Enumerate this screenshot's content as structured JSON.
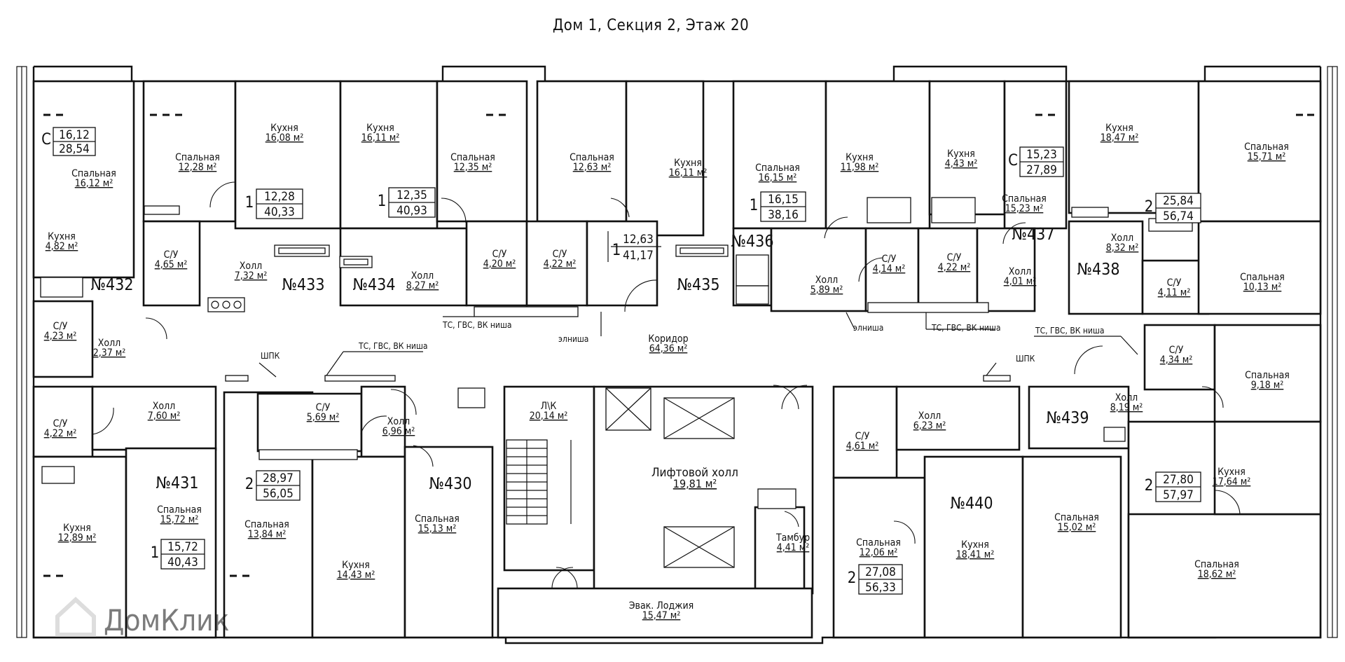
{
  "title": "Дом 1, Секция 2, Этаж 20",
  "watermark": "ДомКлик",
  "rooms": [
    {
      "name": "Спальная",
      "area": "16,12 м²"
    },
    {
      "name": "Кухня",
      "area": "4,82 м²"
    },
    {
      "name": "С/У",
      "area": "4,23 м²"
    },
    {
      "name": "Холл",
      "area": "2,37 м²"
    },
    {
      "name": "Спальная",
      "area": "12,28 м²"
    },
    {
      "name": "Кухня",
      "area": "16,08 м²"
    },
    {
      "name": "С/У",
      "area": "4,65 м²"
    },
    {
      "name": "Холл",
      "area": "7,32 м²"
    },
    {
      "name": "Кухня",
      "area": "16,11 м²"
    },
    {
      "name": "Холл",
      "area": "8,27 м²"
    },
    {
      "name": "Спальная",
      "area": "12,35 м²"
    },
    {
      "name": "С/У",
      "area": "4,20 м²"
    },
    {
      "name": "Спальная",
      "area": "12,63 м²"
    },
    {
      "name": "С/У",
      "area": "4,22 м²"
    },
    {
      "name": "Кухня",
      "area": "16,11 м²"
    },
    {
      "name": "Спальная",
      "area": "16,15 м²"
    },
    {
      "name": "Кухня",
      "area": "11,98 м²"
    },
    {
      "name": "С/У",
      "area": "4,14 м²"
    },
    {
      "name": "Холл",
      "area": "5,89 м²"
    },
    {
      "name": "Кухня",
      "area": "4,43 м²"
    },
    {
      "name": "Спальная",
      "area": "15,23 м²"
    },
    {
      "name": "С/У",
      "area": "4,22 м²"
    },
    {
      "name": "Холл",
      "area": "4,01 м²"
    },
    {
      "name": "Кухня",
      "area": "18,47 м²"
    },
    {
      "name": "Спальная",
      "area": "15,71 м²"
    },
    {
      "name": "Холл",
      "area": "8,32 м²"
    },
    {
      "name": "С/У",
      "area": "4,11 м²"
    },
    {
      "name": "Спальная",
      "area": "10,13 м²"
    },
    {
      "name": "Коридор",
      "area": "64,36 м²"
    },
    {
      "name": "Холл",
      "area": "7,60 м²"
    },
    {
      "name": "С/У",
      "area": "4,22 м²"
    },
    {
      "name": "Кухня",
      "area": "12,89 м²"
    },
    {
      "name": "Спальная",
      "area": "15,72 м²"
    },
    {
      "name": "С/У",
      "area": "5,69 м²"
    },
    {
      "name": "Холл",
      "area": "6,96 м²"
    },
    {
      "name": "Спальная",
      "area": "13,84 м²"
    },
    {
      "name": "Кухня",
      "area": "14,43 м²"
    },
    {
      "name": "Спальная",
      "area": "15,13 м²"
    },
    {
      "name": "Л\\К",
      "area": "20,14 м²"
    },
    {
      "name": "Лифтовой холл",
      "area": "19,81 м²"
    },
    {
      "name": "Тамбур",
      "area": "4,41 м²"
    },
    {
      "name": "Эвак. Лоджия",
      "area": "15,47 м²"
    },
    {
      "name": "С/У",
      "area": "4,61 м²"
    },
    {
      "name": "Холл",
      "area": "6,23 м²"
    },
    {
      "name": "Спальная",
      "area": "12,06 м²"
    },
    {
      "name": "Кухня",
      "area": "18,41 м²"
    },
    {
      "name": "Спальная",
      "area": "15,02 м²"
    },
    {
      "name": "Холл",
      "area": "8,19 м²"
    },
    {
      "name": "С/У",
      "area": "4,34 м²"
    },
    {
      "name": "Спальная",
      "area": "9,18 м²"
    },
    {
      "name": "Кухня",
      "area": "17,64 м²"
    },
    {
      "name": "Спальная",
      "area": "18,62 м²"
    }
  ],
  "apartments": [
    {
      "number": "№432",
      "rooms": "С",
      "living": "16,12",
      "total": "28,54"
    },
    {
      "number": "№433",
      "rooms": "1",
      "living": "12,28",
      "total": "40,33"
    },
    {
      "number": "№434",
      "rooms": "1",
      "living": "12,35",
      "total": "40,93"
    },
    {
      "number": "№435",
      "rooms": "1",
      "living": "12,63",
      "total": "41,17"
    },
    {
      "number": "№436",
      "rooms": "1",
      "living": "16,15",
      "total": "38,16"
    },
    {
      "number": "№437",
      "rooms": "С",
      "living": "15,23",
      "total": "27,89"
    },
    {
      "number": "№438",
      "rooms": "2",
      "living": "25,84",
      "total": "56,74"
    },
    {
      "number": "№439",
      "rooms": "2",
      "living": "27,80",
      "total": "57,97"
    },
    {
      "number": "№440",
      "rooms": "2",
      "living": "27,08",
      "total": "56,33"
    },
    {
      "number": "№430",
      "rooms": "2",
      "living": "28,97",
      "total": "56,05"
    },
    {
      "number": "№431",
      "rooms": "1",
      "living": "15,72",
      "total": "40,43"
    }
  ],
  "labels": [
    "ТС, ГВС, ВК ниша",
    "элниша",
    "ТС, ГВС, ВК ниша",
    "ШПК",
    "элниша",
    "ТС, ГВС, ВК ниша",
    "ТС, ГВС, ВК ниша",
    "ШПК"
  ]
}
